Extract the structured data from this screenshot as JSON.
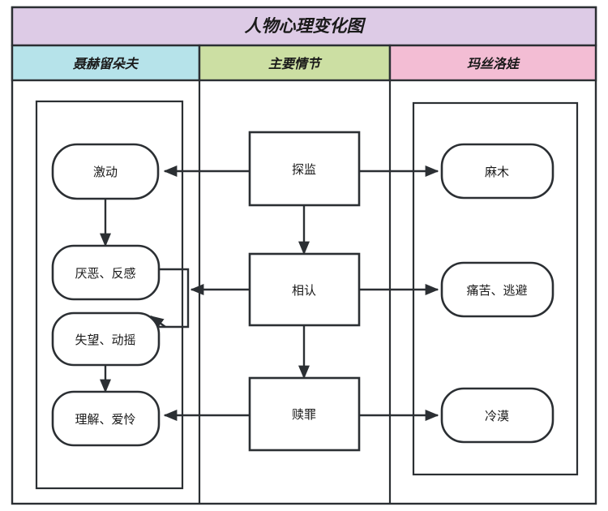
{
  "title": "人物心理变化图",
  "colors": {
    "title_bg": "#ddcbe6",
    "col1_bg": "#b6e3ea",
    "col2_bg": "#ccdfa3",
    "col3_bg": "#f3bdd4",
    "stroke": "#2b2f33",
    "node_fill": "#ffffff",
    "page_bg": "#ffffff"
  },
  "columns": [
    {
      "id": "col-nekhlyudov",
      "label": "聂赫留朵夫"
    },
    {
      "id": "col-plot",
      "label": "主要情节"
    },
    {
      "id": "col-maslova",
      "label": "玛丝洛娃"
    }
  ],
  "left_nodes": [
    {
      "id": "node-jidong",
      "label": "激动"
    },
    {
      "id": "node-yanwu",
      "label": "厌恶、反感"
    },
    {
      "id": "node-shiwang",
      "label": "失望、动摇"
    },
    {
      "id": "node-lijie",
      "label": "理解、爱怜"
    }
  ],
  "middle_nodes": [
    {
      "id": "node-tanjian",
      "label": "探监"
    },
    {
      "id": "node-xiangren",
      "label": "相认"
    },
    {
      "id": "node-shuzui",
      "label": "赎罪"
    }
  ],
  "right_nodes": [
    {
      "id": "node-mamu",
      "label": "麻木"
    },
    {
      "id": "node-tongku",
      "label": "痛苦、逃避"
    },
    {
      "id": "node-lengmo",
      "label": "冷漠"
    }
  ],
  "connections": [
    {
      "id": "conn-tanjian-to-jidong",
      "from": "探监",
      "to": "激动",
      "direction": "left"
    },
    {
      "id": "conn-tanjian-to-mamu",
      "from": "探监",
      "to": "麻木",
      "direction": "right"
    },
    {
      "id": "conn-jidong-to-yanwu",
      "from": "激动",
      "to": "厌恶、反感",
      "direction": "down"
    },
    {
      "id": "conn-tanjian-to-xiangren",
      "from": "探监",
      "to": "相认",
      "direction": "down"
    },
    {
      "id": "conn-xiangren-to-left-bracket",
      "from": "相认",
      "to": "厌恶、反感 / 失望、动摇",
      "direction": "left"
    },
    {
      "id": "conn-xiangren-to-tongku",
      "from": "相认",
      "to": "痛苦、逃避",
      "direction": "right"
    },
    {
      "id": "conn-yanwu-to-shiwang",
      "from": "厌恶、反感",
      "to": "失望、动摇",
      "direction": "bracket"
    },
    {
      "id": "conn-xiangren-to-shuzui",
      "from": "相认",
      "to": "赎罪",
      "direction": "down"
    },
    {
      "id": "conn-shiwang-to-lijie",
      "from": "失望、动摇",
      "to": "理解、爱怜",
      "direction": "down"
    },
    {
      "id": "conn-shuzui-to-lijie",
      "from": "赎罪",
      "to": "理解、爱怜",
      "direction": "left"
    },
    {
      "id": "conn-shuzui-to-lengmo",
      "from": "赎罪",
      "to": "冷漠",
      "direction": "right"
    }
  ]
}
